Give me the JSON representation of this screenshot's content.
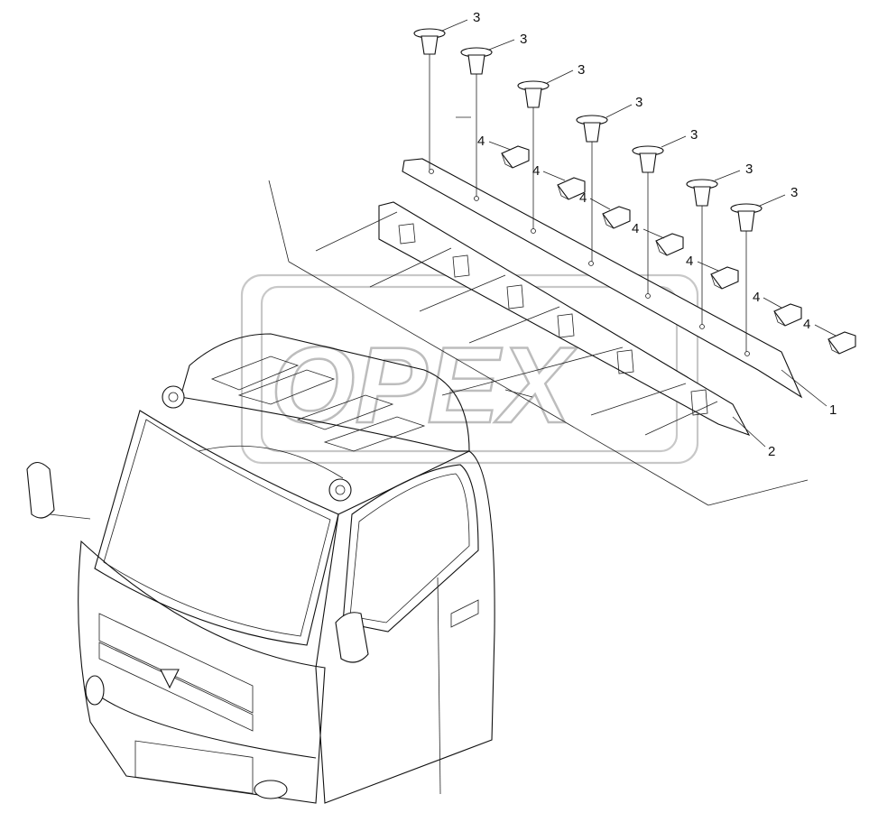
{
  "watermark": {
    "text": "OPEX"
  },
  "callouts": [
    {
      "id": "c1",
      "label": "1"
    },
    {
      "id": "c2",
      "label": "2"
    },
    {
      "id": "c3",
      "label": "3"
    },
    {
      "id": "c4",
      "label": "4"
    }
  ]
}
